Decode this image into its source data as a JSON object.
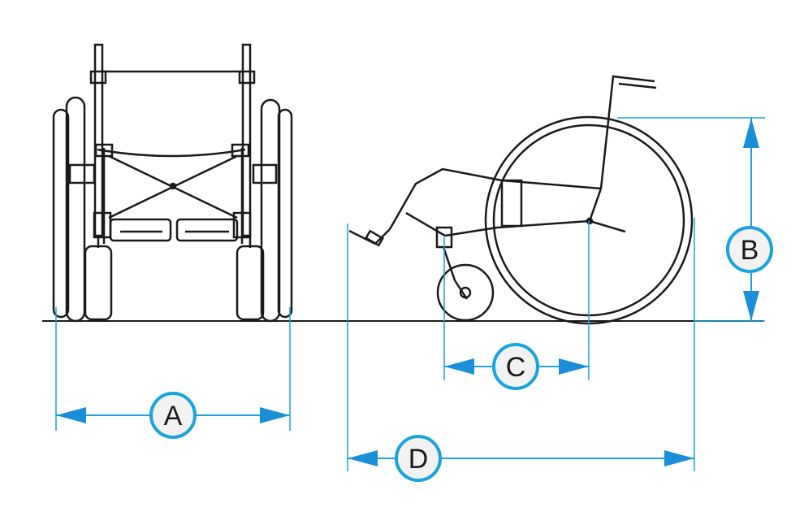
{
  "dimensions": [
    {
      "id": "A",
      "label": "A"
    },
    {
      "id": "B",
      "label": "B"
    },
    {
      "id": "C",
      "label": "C"
    },
    {
      "id": "D",
      "label": "D"
    }
  ],
  "colors": {
    "dimension_line": "#1aa3dc",
    "dimension_arrow": "#1a8fd8",
    "drawing_stroke": "#1a1a1a",
    "label_fill": "#f2f2f2"
  }
}
